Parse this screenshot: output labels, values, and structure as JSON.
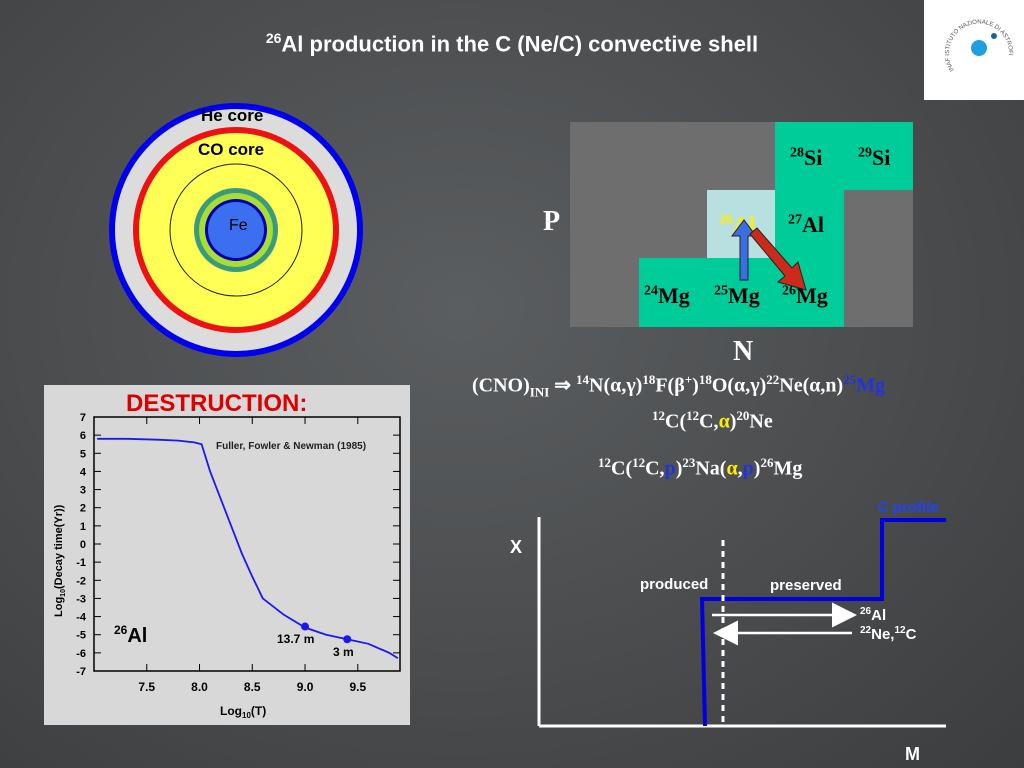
{
  "title": {
    "sup": "26",
    "main": "Al production in the C (Ne/C) convective shell"
  },
  "logo": {
    "text": "INAF ISTITUTO NAZIONALE DI ASTROFISICA"
  },
  "star": {
    "he_core": "He core",
    "co_core": "CO core",
    "fe": "Fe"
  },
  "nuclide_chart": {
    "p_label": "P",
    "n_label": "N",
    "cells": [
      {
        "mass": "28",
        "el": "Si"
      },
      {
        "mass": "29",
        "el": "Si"
      },
      {
        "mass": "26",
        "el": "Al"
      },
      {
        "mass": "27",
        "el": "Al"
      },
      {
        "mass": "24",
        "el": "Mg"
      },
      {
        "mass": "25",
        "el": "Mg"
      },
      {
        "mass": "26",
        "el": "Mg"
      }
    ]
  },
  "reactions": {
    "r1": {
      "a": "(CNO)",
      "a_sub": "INI",
      "arrow": "⇒",
      "m1": "14",
      "b": "N(α,γ)",
      "m2": "18",
      "c": "F(β",
      "c_sup": "+",
      "d": ")",
      "m3": "18",
      "e": "O(α,γ)",
      "m4": "22",
      "f": "Ne(α,n)",
      "m5": "25",
      "g": "Mg"
    },
    "r2": {
      "m1": "12",
      "a": "C(",
      "m2": "12",
      "b": "C,",
      "alpha": "α",
      "c": ")",
      "m3": "20",
      "d": "Ne"
    },
    "r3": {
      "m1": "12",
      "a": "C(",
      "m2": "12",
      "b": "C,",
      "p1": "p",
      "c": ")",
      "m3": "23",
      "d": "Na(",
      "alpha": "α",
      "comma": ",",
      "p2": "p",
      "e": ")",
      "m4": "26",
      "f": "Mg"
    }
  },
  "destruction": {
    "label": "DESTRUCTION:"
  },
  "decay_plot": {
    "ref": "Fuller, Fowler & Newman (1985)",
    "ylabel_main": "Log",
    "ylabel_sub": "10",
    "ylabel_rest": "(Decay time(Yr))",
    "xlabel_main": "Log",
    "xlabel_sub": "10",
    "xlabel_rest": "(T)",
    "big_sup": "26",
    "big": "Al",
    "point_labels": [
      "13.7 m",
      "3 m"
    ]
  },
  "chart_data": {
    "type": "line",
    "title": "",
    "xlabel": "Log10(T)",
    "ylabel": "Log10(Decay time(Yr))",
    "xlim": [
      7.0,
      9.9
    ],
    "ylim": [
      -7,
      7
    ],
    "x_ticks": [
      "7.5",
      "8.0",
      "8.5",
      "9.0",
      "9.5"
    ],
    "y_ticks": [
      "7",
      "6",
      "5",
      "4",
      "3",
      "2",
      "1",
      "0",
      "-1",
      "-2",
      "-3",
      "-4",
      "-5",
      "-6",
      "-7"
    ],
    "series": [
      {
        "x": [
          7.03,
          7.3,
          7.6,
          7.8,
          7.95,
          8.02,
          8.1,
          8.2,
          8.3,
          8.4,
          8.5,
          8.6,
          8.8,
          9.0,
          9.2,
          9.4,
          9.6,
          9.8,
          9.88
        ],
        "y": [
          5.8,
          5.8,
          5.75,
          5.7,
          5.6,
          5.5,
          4.0,
          2.5,
          1.0,
          -0.5,
          -1.8,
          -3.0,
          -3.9,
          -4.6,
          -5.0,
          -5.25,
          -5.5,
          -6.0,
          -6.3
        ]
      }
    ],
    "points": [
      {
        "x": 9.0,
        "y": -4.55,
        "label": "13.7 m"
      },
      {
        "x": 9.4,
        "y": -5.25,
        "label": "3 m"
      }
    ],
    "grid": false
  },
  "profile_plot": {
    "x_label": "X",
    "m_label": "M",
    "c_profile": "C profile",
    "produced": "produced",
    "preserved": "preserved",
    "al": {
      "sup": "26",
      "text": "Al"
    },
    "ne": {
      "sup1": "22",
      "t1": "Ne,",
      "sup2": "12",
      "t2": "C"
    }
  },
  "colors": {
    "green": "#00cc99",
    "nuc_gray": "#6e6e6e",
    "light_blue": "#b8e0e0",
    "line_blue": "#0000dd",
    "red": "#dd0000"
  }
}
